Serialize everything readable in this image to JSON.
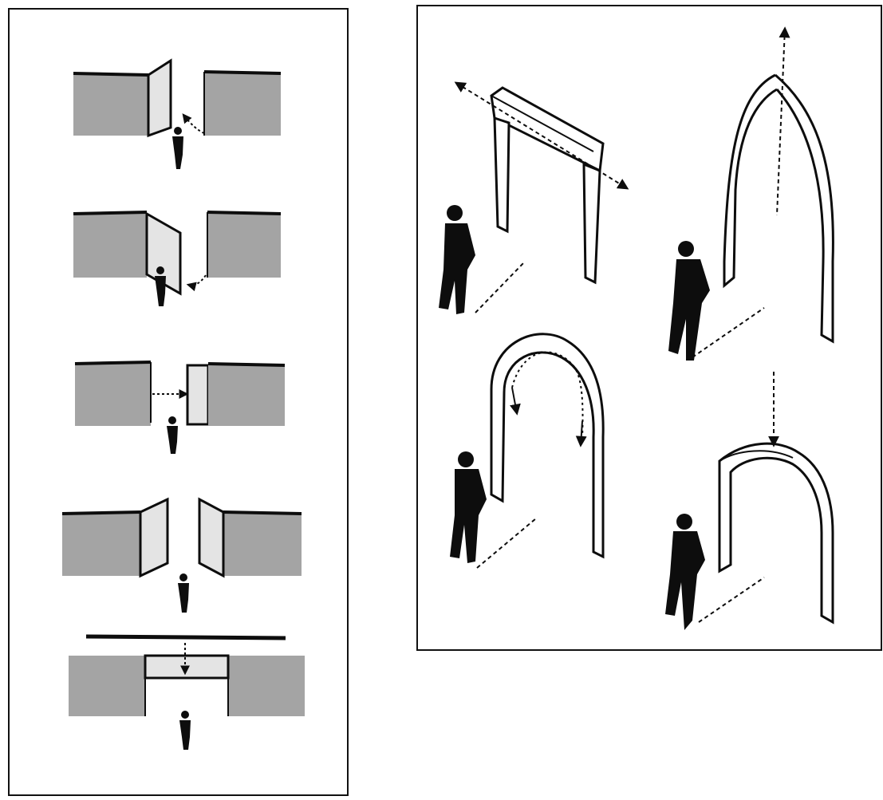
{
  "figure": {
    "left_panel": {
      "content": "door-opening-sequence",
      "rows": [
        {
          "name": "row-single-door-opening-toward-viewer"
        },
        {
          "name": "row-single-door-swung-open-with-person-inside"
        },
        {
          "name": "row-sliding-door"
        },
        {
          "name": "row-double-door-open"
        },
        {
          "name": "row-lintel-opening"
        }
      ]
    },
    "right_panel": {
      "content": "lintel-and-arch-types",
      "items": [
        {
          "name": "post-and-lintel-frame"
        },
        {
          "name": "pointed-gothic-arch"
        },
        {
          "name": "round-arch"
        },
        {
          "name": "flat-segmental-arch"
        }
      ]
    },
    "colors": {
      "wall_fill": "#a4a4a4",
      "door_fill": "#e4e4e4",
      "ink": "#0d0d0d",
      "background": "#ffffff"
    }
  }
}
